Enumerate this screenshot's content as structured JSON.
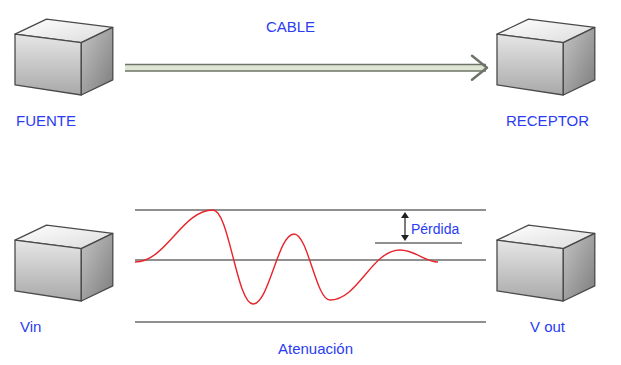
{
  "diagram": {
    "nodes": [
      {
        "text": [
          "FUENTE"
        ]
      },
      {
        "text": [
          "RECEPTOR"
        ]
      },
      {
        "text": [
          "Vin"
        ]
      },
      {
        "text": [
          "V out"
        ]
      }
    ],
    "edges": [
      {
        "from": 0,
        "to": 1,
        "label": "CABLE",
        "arrow": "to"
      }
    ],
    "labels": [
      "Pérdida",
      "Atenuación"
    ]
  }
}
